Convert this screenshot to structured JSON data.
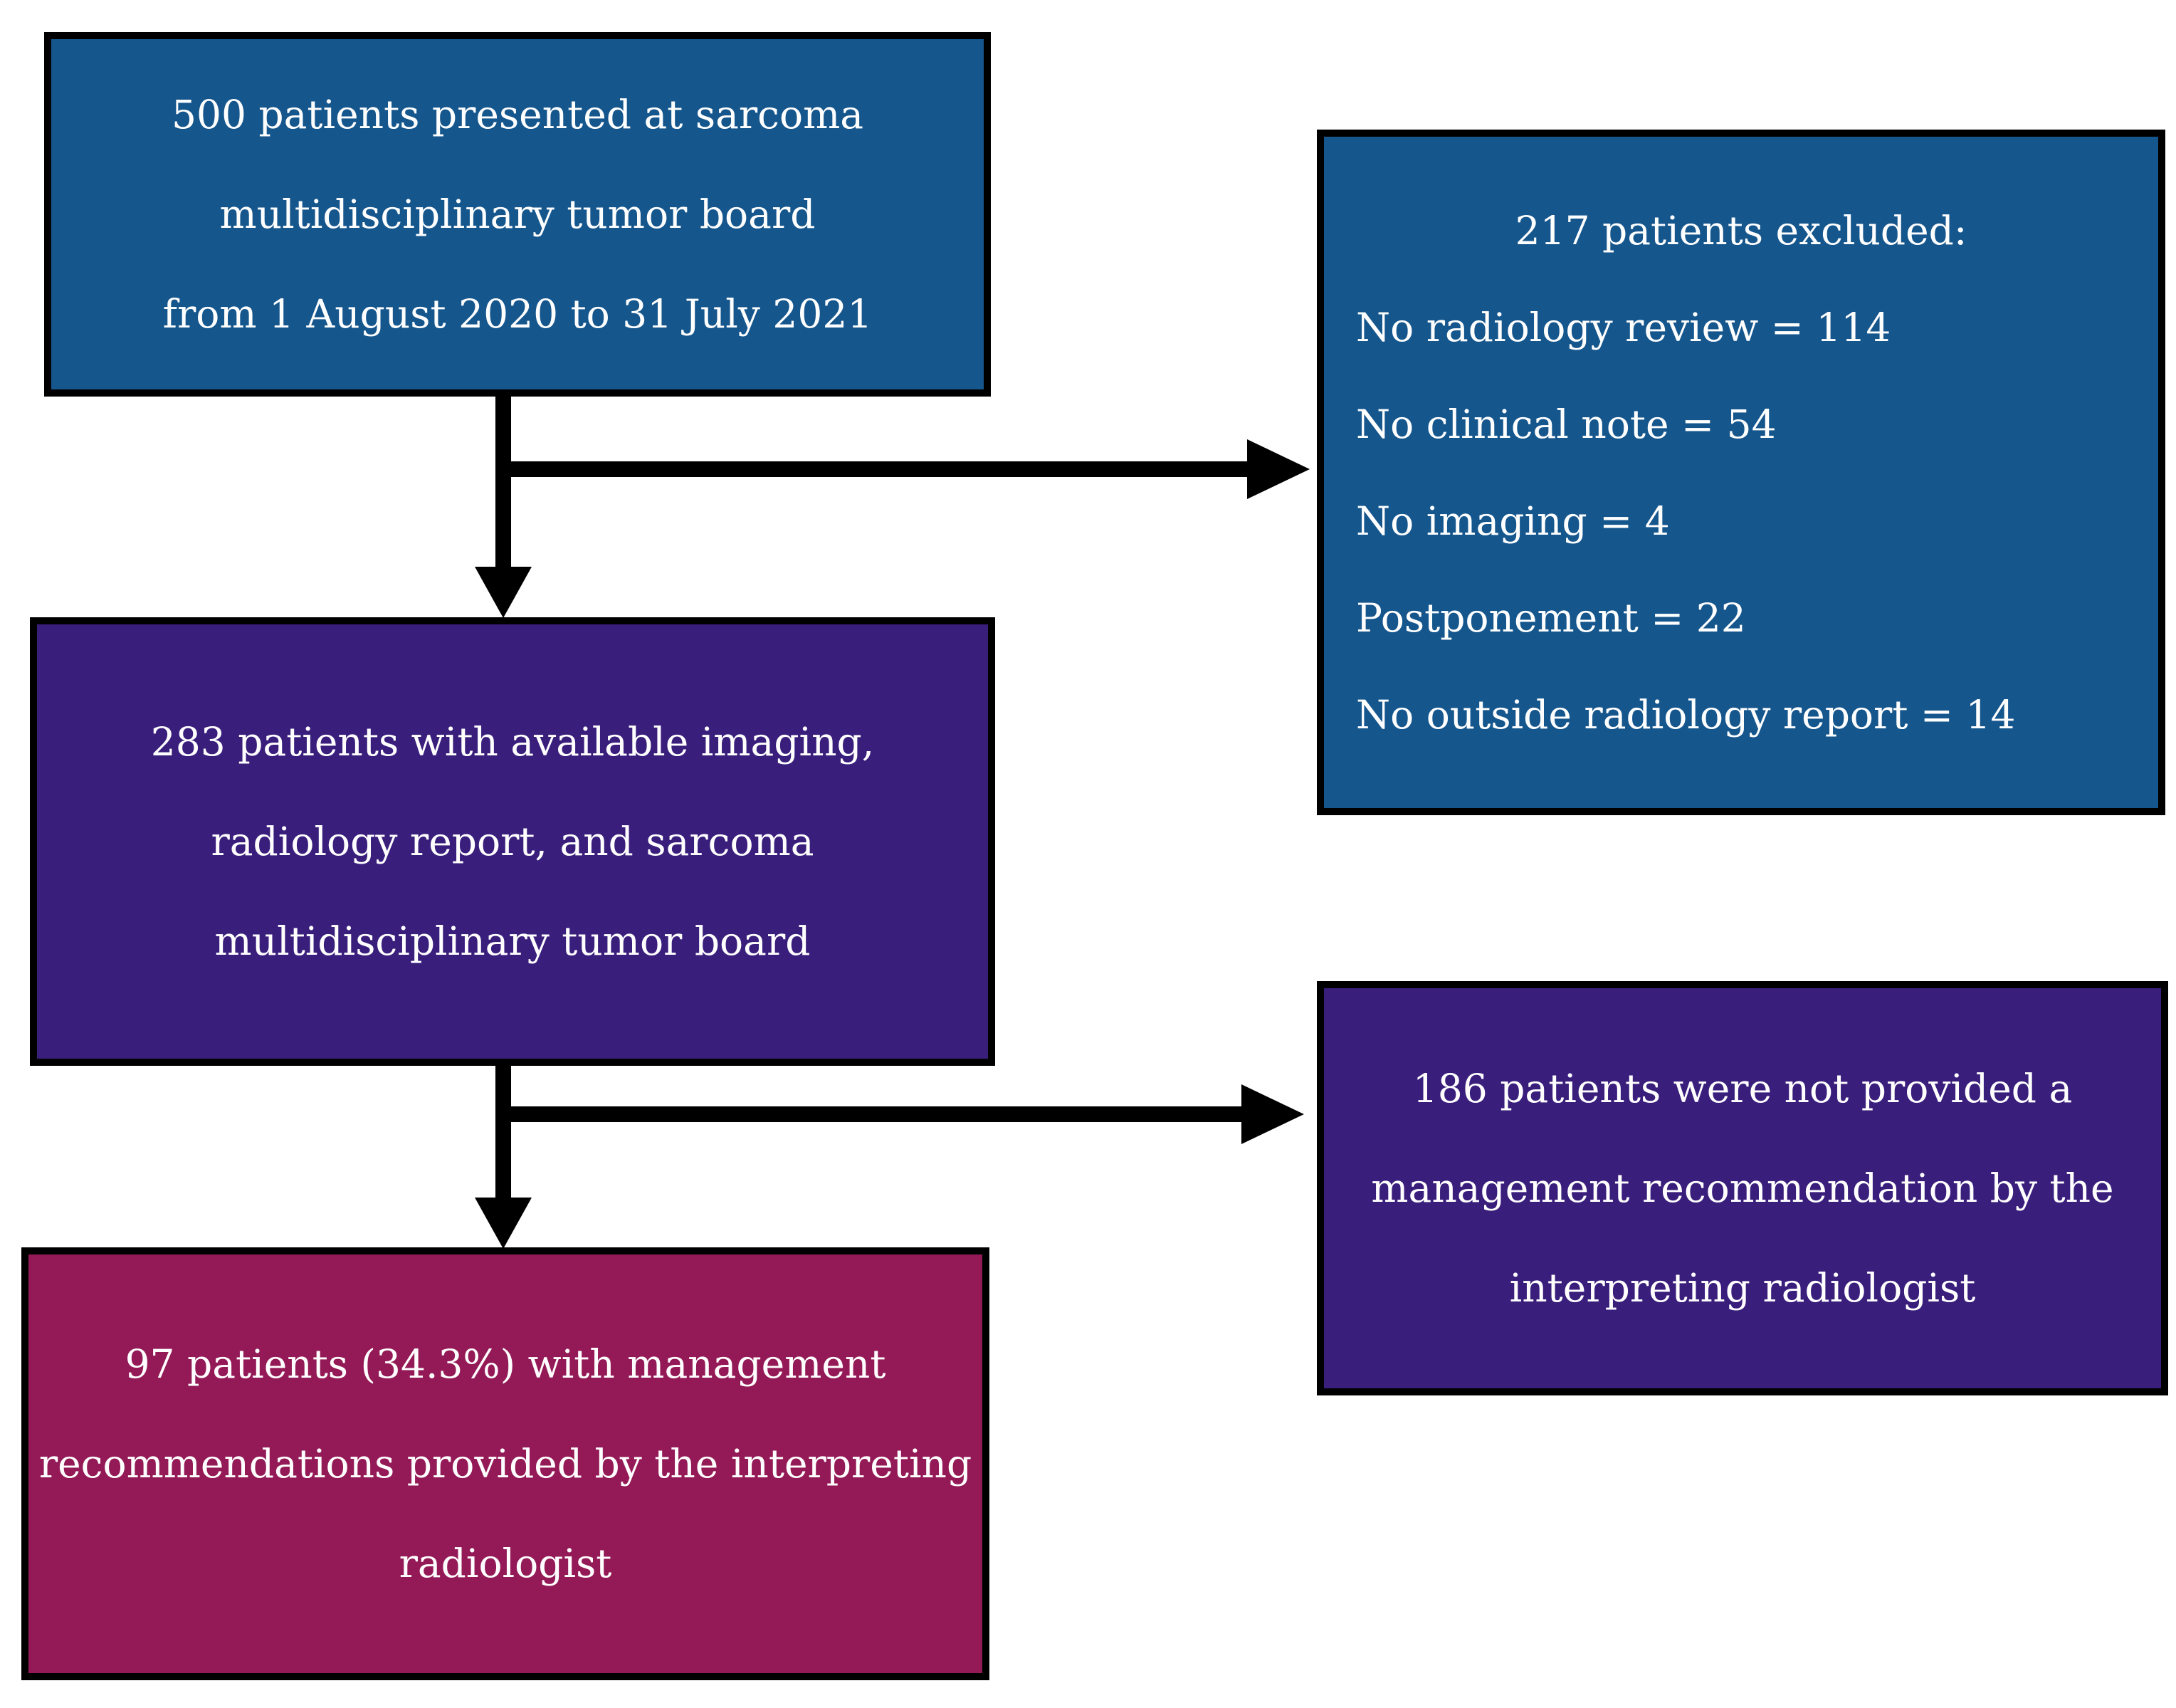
{
  "colors": {
    "blue": "#15568D",
    "purple": "#3A1E7C",
    "maroon": "#941A57",
    "border": "#000000",
    "text": "#ffffff",
    "arrow": "#000000"
  },
  "boxes": {
    "presented": {
      "lines": [
        "500 patients presented at sarcoma",
        "multidisciplinary tumor board",
        "from 1 August 2020 to 31 July 2021"
      ]
    },
    "excluded": {
      "title": "217 patients excluded:",
      "items": [
        "No radiology review = 114",
        "No clinical note = 54",
        "No imaging = 4",
        "Postponement = 22",
        "No outside radiology report = 14"
      ]
    },
    "available": {
      "lines": [
        "283 patients with available imaging,",
        "radiology report, and sarcoma",
        "multidisciplinary tumor board"
      ]
    },
    "not_provided": {
      "lines": [
        "186 patients were not provided a",
        "management recommendation by the",
        "interpreting radiologist"
      ]
    },
    "recommended": {
      "lines": [
        "97 patients (34.3%) with management",
        "recommendations provided by the interpreting",
        "radiologist"
      ]
    }
  }
}
